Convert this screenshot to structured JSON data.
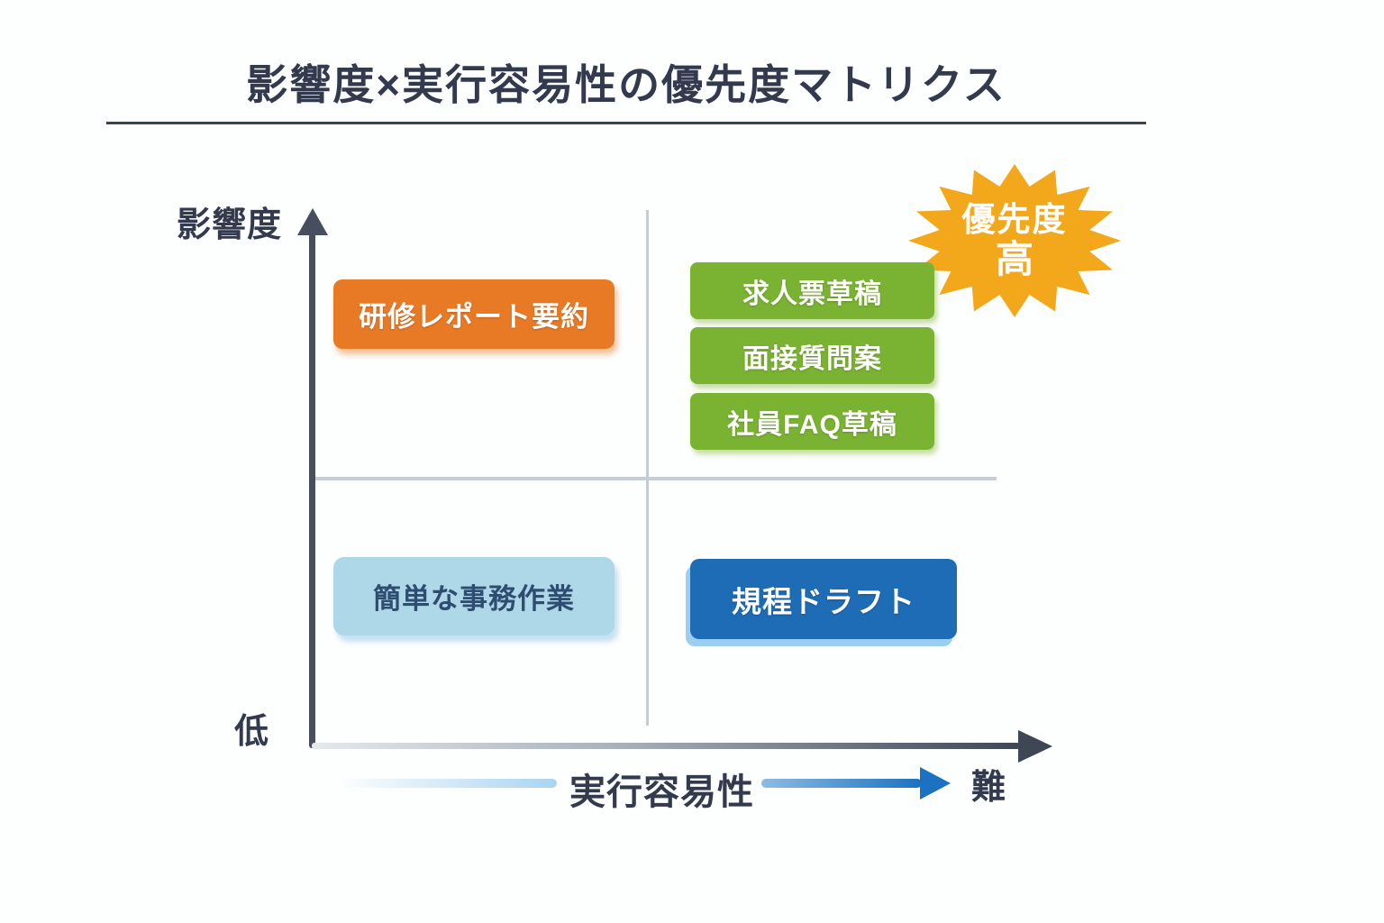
{
  "title": "影響度×実行容易性の優先度マトリクス",
  "axes": {
    "y_label": "影響度",
    "y_low": "低",
    "x_label": "実行容易性",
    "x_high": "難"
  },
  "priority_badge": {
    "line1": "優先度",
    "line2": "高",
    "color": "#f3a81c"
  },
  "quadrants": {
    "high_impact_easy": {
      "items": [
        {
          "label": "研修レポート要約",
          "color": "#e87a26",
          "text_color": "#ffffff"
        }
      ]
    },
    "high_impact_hard": {
      "items": [
        {
          "label": "求人票草稿",
          "color": "#7ab232",
          "text_color": "#ffffff"
        },
        {
          "label": "面接質問案",
          "color": "#7ab232",
          "text_color": "#ffffff"
        },
        {
          "label": "社員FAQ草稿",
          "color": "#7ab232",
          "text_color": "#ffffff"
        }
      ]
    },
    "low_impact_easy": {
      "items": [
        {
          "label": "簡単な事務作業",
          "color": "#aed8e8",
          "text_color": "#2e4d70"
        }
      ]
    },
    "low_impact_hard": {
      "items": [
        {
          "label": "規程ドラフト",
          "color": "#1d6cb5",
          "text_color": "#ffffff"
        }
      ]
    }
  },
  "colors": {
    "title_text": "#333a4d",
    "axis_dark": "#474e5d",
    "divider": "#c3ccd5",
    "ease_arrow_blue": "#1b72c0",
    "background": "#fdfefe"
  }
}
